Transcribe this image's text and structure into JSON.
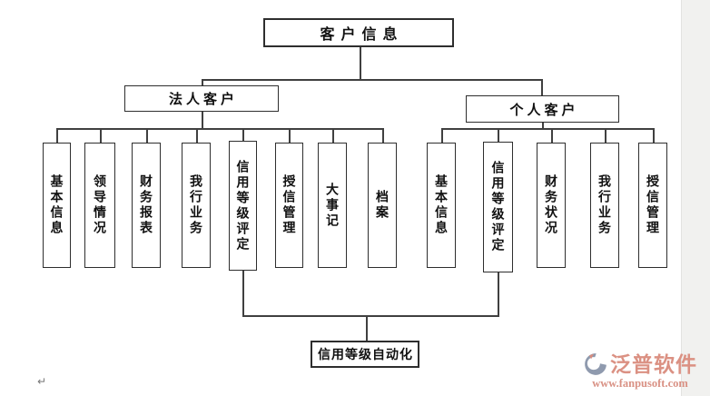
{
  "diagram": {
    "root_label": "客户信息",
    "branches": [
      {
        "label": "法人客户",
        "children": [
          "基本信息",
          "领导情况",
          "财务报表",
          "我行业务",
          "信用等级评定",
          "授信管理",
          "大事记",
          "档案"
        ]
      },
      {
        "label": "个人客户",
        "children": [
          "基本信息",
          "信用等级评定",
          "财务状况",
          "我行业务",
          "授信管理"
        ]
      }
    ],
    "bottom_label": "信用等级自动化"
  },
  "watermark": {
    "brand": "泛普软件",
    "url": "www.fanpusoft.com",
    "brand_color": "#db9183",
    "logo": "fanpu-swirl-logo"
  },
  "artifacts": {
    "line_break_mark": "↵"
  },
  "colors": {
    "line": "#404040",
    "box_border": "#2e2e2e",
    "right_strip": "#f1f1ef"
  }
}
